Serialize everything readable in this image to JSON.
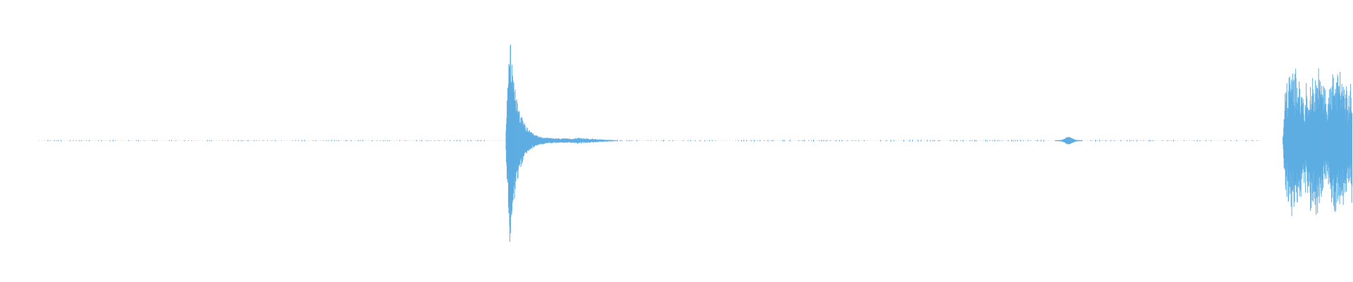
{
  "waveform": {
    "color": "#5dade2",
    "background": "#ffffff",
    "segments": [
      {
        "kind": "noise",
        "start": 0.03,
        "end": 0.36,
        "amplitude": 0.004
      },
      {
        "kind": "burst",
        "start": 0.374,
        "end": 0.425,
        "amplitude": 0.9,
        "decay": "exponential"
      },
      {
        "kind": "noise",
        "start": 0.425,
        "end": 0.78,
        "amplitude": 0.006
      },
      {
        "kind": "blip",
        "start": 0.78,
        "end": 0.8,
        "amplitude": 0.03
      },
      {
        "kind": "noise",
        "start": 0.8,
        "end": 0.932,
        "amplitude": 0.005
      },
      {
        "kind": "cluster",
        "start": 0.948,
        "end": 1.0,
        "amplitude": 0.65
      }
    ]
  }
}
